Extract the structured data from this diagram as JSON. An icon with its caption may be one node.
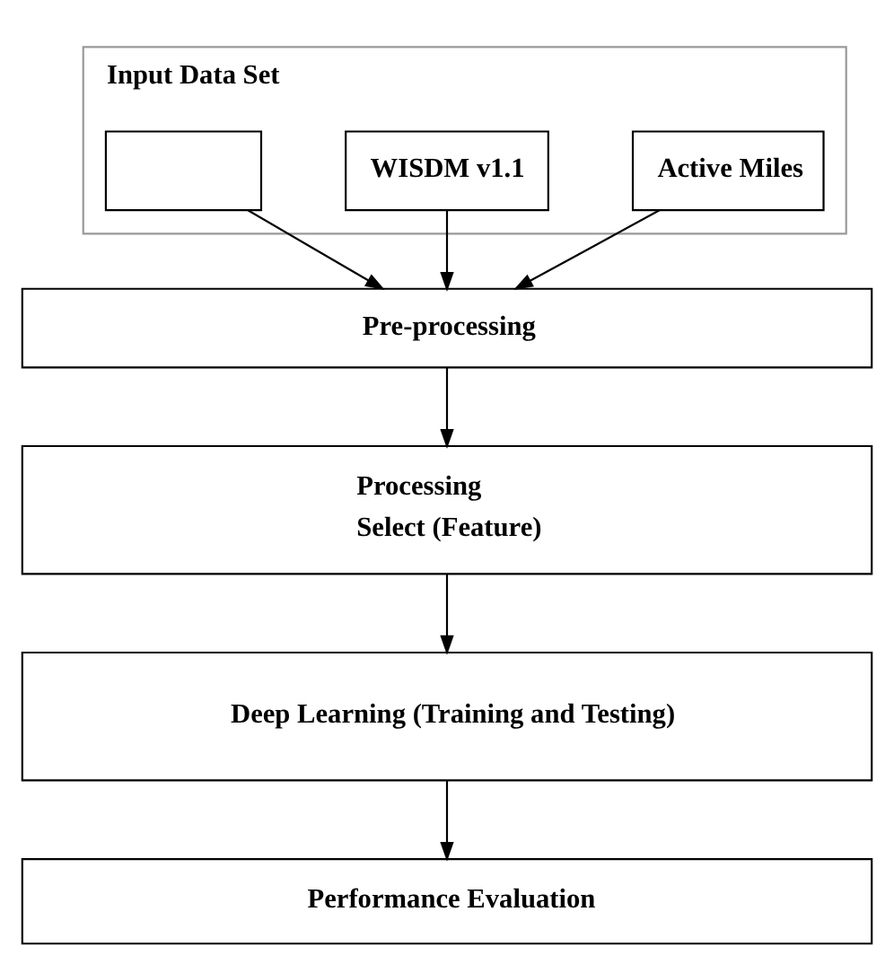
{
  "diagram": {
    "nodes": [
      {
        "text": [
          "Input Data Set"
        ]
      },
      {
        "text": [
          "Active Miles"
        ],
        "in": 0
      },
      {
        "text": [
          "WISDM v1.1"
        ],
        "in": 0
      },
      {
        "text": [],
        "shape": "box",
        "in": 0
      },
      {
        "text": [
          "Pre-processing"
        ]
      },
      {
        "text": [
          "Processing",
          "Select (Feature)"
        ]
      },
      {
        "text": [
          "Deep Learning (Training and Testing)"
        ]
      },
      {
        "text": [
          "Performance Evaluation"
        ]
      }
    ],
    "edges": [
      {
        "from": 1,
        "to": 4,
        "arrow": "to"
      },
      {
        "from": 2,
        "to": 4,
        "arrow": "to"
      },
      {
        "from": 3,
        "to": 4,
        "arrow": "to"
      },
      {
        "from": 4,
        "to": 5,
        "arrow": "to"
      },
      {
        "from": 5,
        "to": 6,
        "arrow": "to"
      },
      {
        "from": 6,
        "to": 7,
        "arrow": "to"
      }
    ]
  }
}
